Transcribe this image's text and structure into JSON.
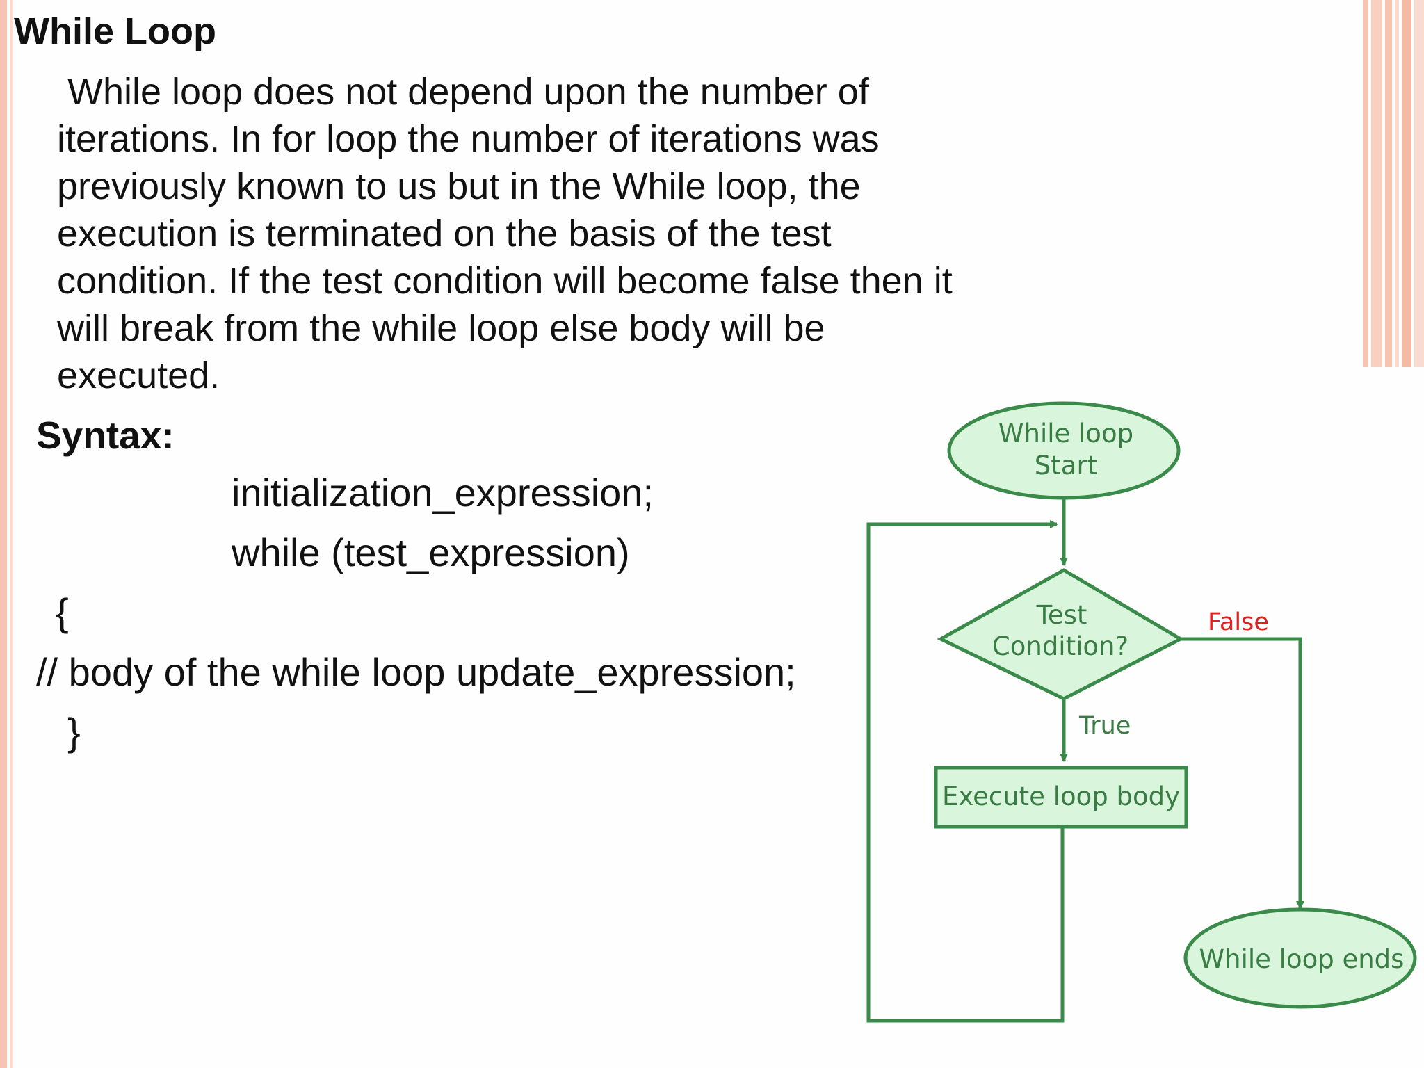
{
  "title": "While Loop",
  "paragraph_lines": [
    " While loop does not depend upon the number of",
    "iterations. In for loop the number of iterations was",
    "previously known to us but in the While loop, the",
    "execution is terminated on the basis of the test",
    "condition. If the test condition will become false then it",
    "will break from the while loop else body will be",
    "executed."
  ],
  "syntax": {
    "heading": "Syntax:",
    "lines": [
      "initialization_expression;",
      "while (test_expression)",
      "{",
      "// body of the while loop update_expression;",
      "}"
    ]
  },
  "flowchart": {
    "start_label_line1": "While loop",
    "start_label_line2": "Start",
    "decision_line1": "Test",
    "decision_line2": "Condition?",
    "false_label": "False",
    "true_label": "True",
    "process_label": "Execute loop body",
    "end_label": "While loop ends",
    "stroke_color": "#3a8a4a",
    "fill_color": "#d9f5dc",
    "false_color": "#e02020"
  },
  "colors": {
    "stripe": "#f7c4b2",
    "text": "#111111"
  }
}
